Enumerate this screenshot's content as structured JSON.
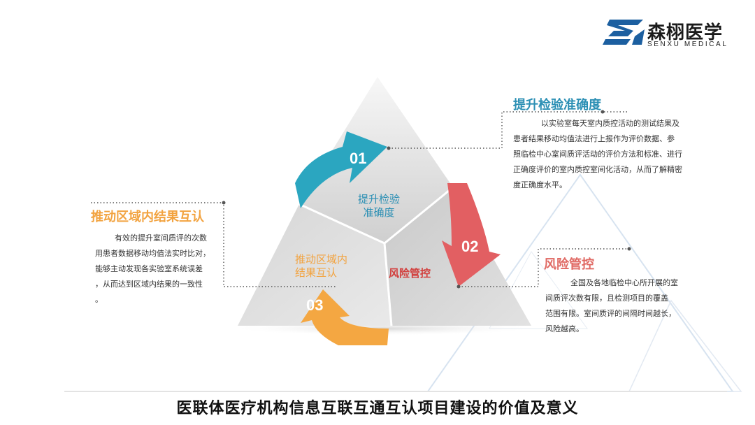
{
  "brand": {
    "name_cn": "森栩医学",
    "name_en": "SENXU MEDICAL",
    "colors": {
      "mark": "#1c5fa0",
      "text": "#1a1a1a"
    }
  },
  "pyramid": {
    "faces": {
      "top": {
        "label_line1": "提升检验",
        "label_line2": "准确度"
      },
      "left": {
        "label_line1": "推动区域内",
        "label_line2": "结果互认"
      },
      "right": {
        "label": "风险管控"
      }
    },
    "arrows": [
      {
        "number": "01",
        "color": "#2ba6c0"
      },
      {
        "number": "02",
        "color": "#e25f62"
      },
      {
        "number": "03",
        "color": "#f4a742"
      }
    ]
  },
  "callouts": {
    "accuracy": {
      "title": "提升检验准确度",
      "lines": [
        "以实验室每天室内质控活动的测试结果及",
        "患者结果移动均值法进行上报作为评价数据、参",
        "照临检中心室间质评活动的评价方法和标准、进行",
        "正确度评价的室内质控室间化活动，从而了解精密",
        "度正确度水平。"
      ]
    },
    "mutual": {
      "title": "推动区域内结果互认",
      "lines": [
        "有效的提升室间质评的次数",
        "用患者数据移动均值法实时比对，",
        "能够主动发现各实验室系统误差",
        "，从而达到区域内结果的一致性",
        "。"
      ]
    },
    "risk": {
      "title": "风险管控",
      "lines": [
        "全国及各地临检中心所开展的室",
        "间质评次数有限，且检测项目的覆盖",
        "范围有限。室间质评的间隔时间越长，",
        "风险越高。"
      ]
    }
  },
  "title": "医联体医疗机构信息互联互通互认项目建设的价值及意义"
}
